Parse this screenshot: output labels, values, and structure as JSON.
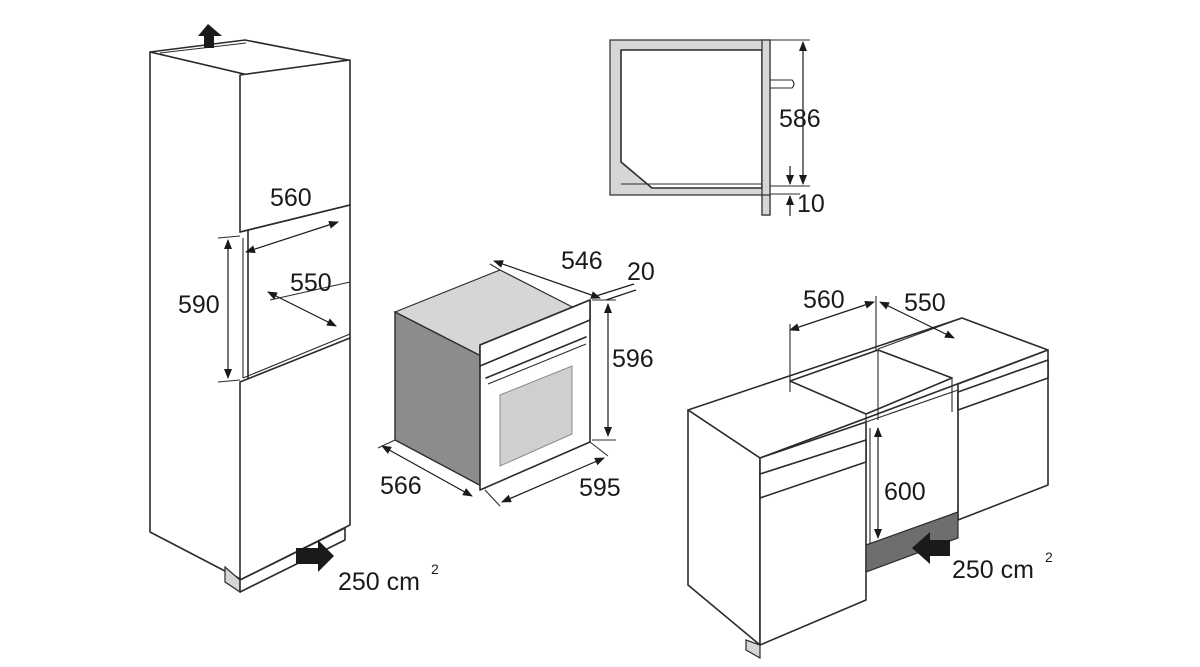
{
  "tall_unit": {
    "width_label": "560",
    "depth_label": "550",
    "height_label": "590",
    "vent_value": "250 cm",
    "vent_exp": "2"
  },
  "cavity_detail": {
    "height_label": "586",
    "gap_label": "10"
  },
  "oven": {
    "depth_top_label": "546",
    "door_label": "20",
    "height_label": "596",
    "side_depth_label": "566",
    "width_label": "595"
  },
  "base_unit": {
    "width_label": "560",
    "depth_label": "550",
    "height_label": "600",
    "vent_value": "250 cm",
    "vent_exp": "2"
  }
}
